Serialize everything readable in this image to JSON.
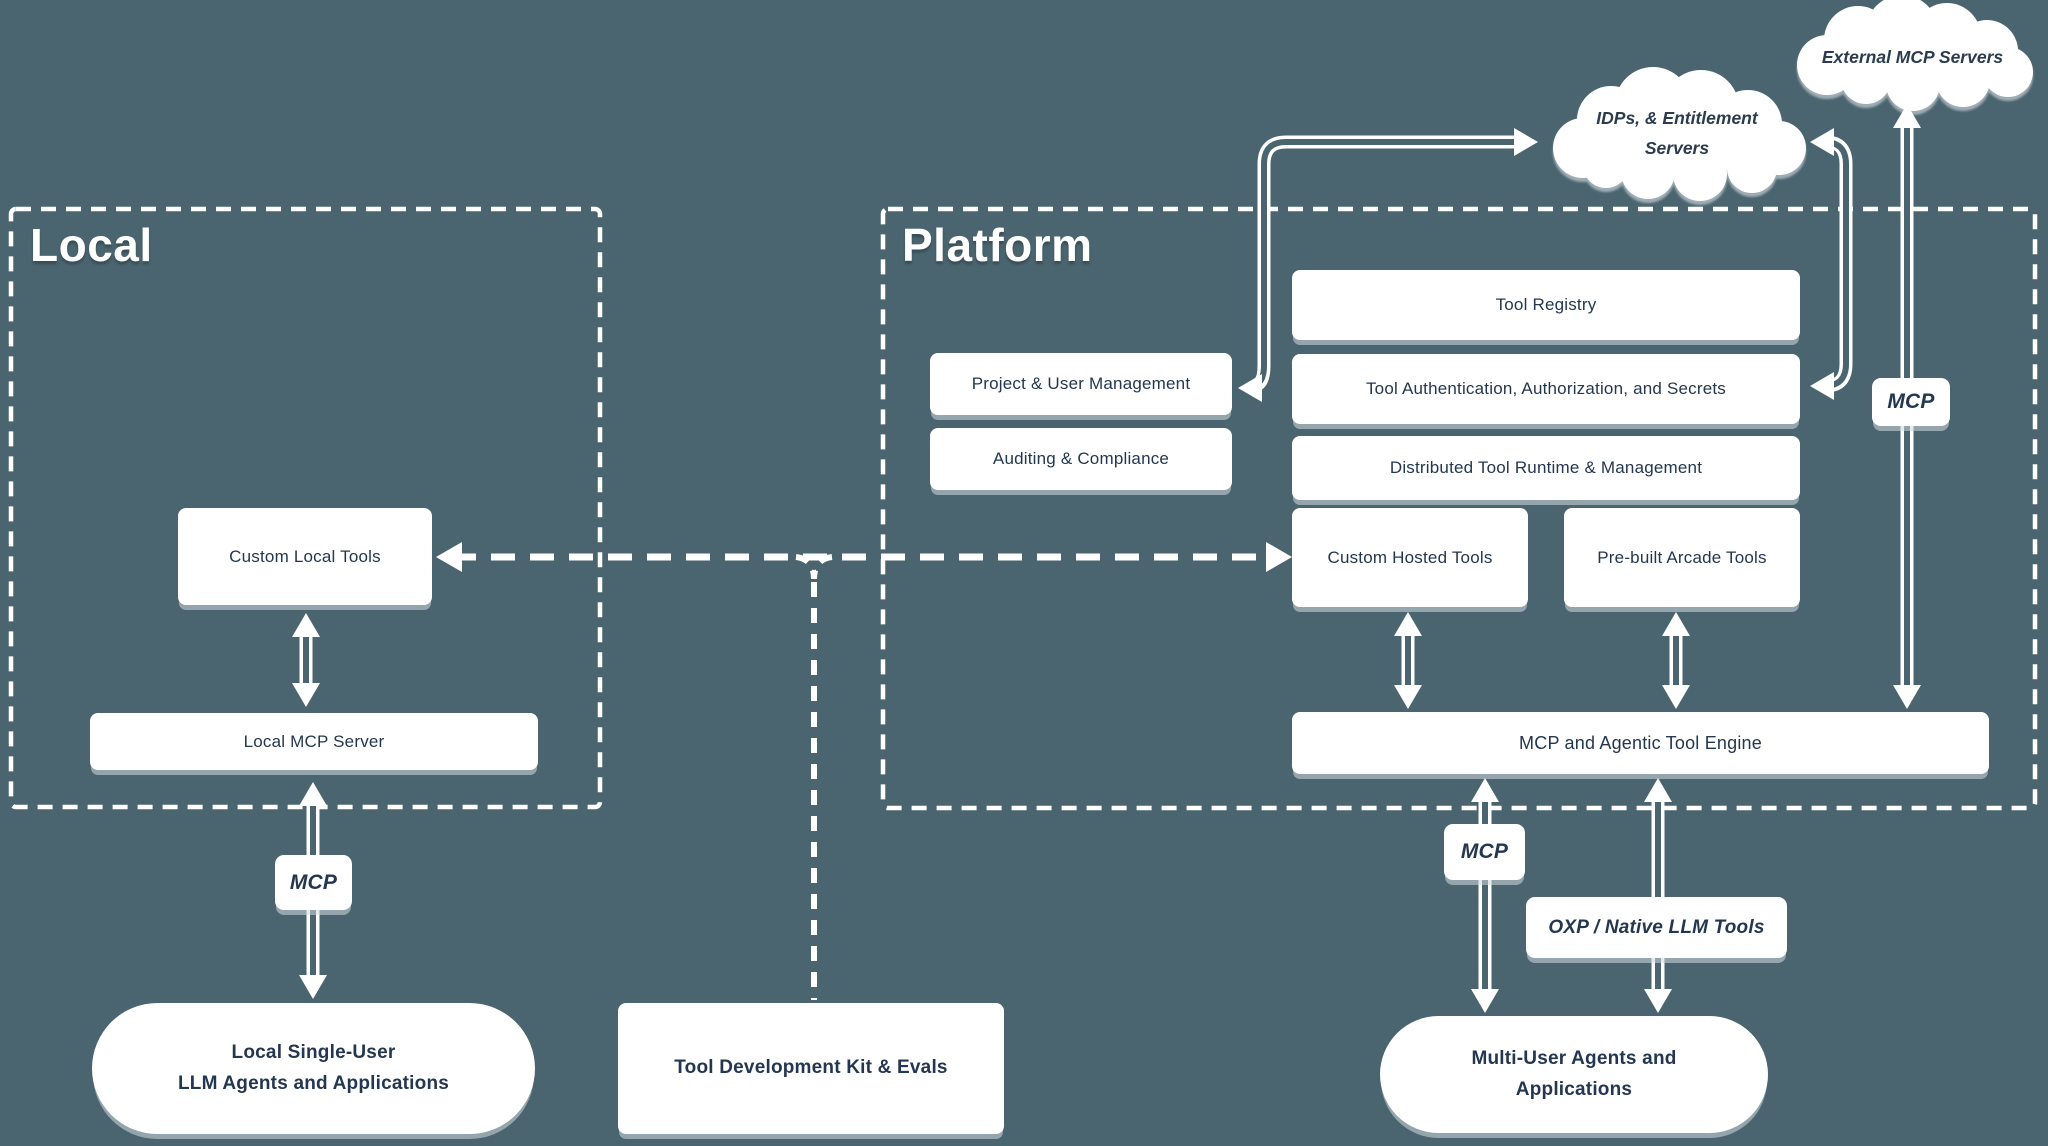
{
  "diagram_title": "Local / Platform tool-calling architecture",
  "regions": {
    "local": {
      "title": "Local"
    },
    "platform": {
      "title": "Platform"
    }
  },
  "clouds": {
    "external_mcp": {
      "label": "External MCP Servers"
    },
    "idps": {
      "line1": "IDPs, & Entitlement",
      "line2": "Servers"
    }
  },
  "boxes": {
    "tool_registry": {
      "label": "Tool Registry"
    },
    "tool_auth": {
      "label": "Tool Authentication, Authorization, and Secrets"
    },
    "distributed_runtime": {
      "label": "Distributed Tool Runtime & Management"
    },
    "project_user": {
      "label": "Project & User Management"
    },
    "auditing": {
      "label": "Auditing & Compliance"
    },
    "custom_hosted": {
      "label": "Custom Hosted Tools"
    },
    "prebuilt_arcade": {
      "label": "Pre-built Arcade Tools"
    },
    "engine": {
      "label": "MCP and Agentic Tool Engine"
    },
    "custom_local": {
      "label": "Custom Local Tools"
    },
    "local_mcp_server": {
      "label": "Local MCP Server"
    },
    "tdk": {
      "label": "Tool Development Kit & Evals"
    }
  },
  "connector_labels": {
    "mcp_local": "MCP",
    "mcp_platform": "MCP",
    "mcp_external": "MCP",
    "oxp": "OXP / Native LLM Tools"
  },
  "pills": {
    "local_agents": {
      "line1": "Local Single-User",
      "line2": "LLM Agents and Applications"
    },
    "multi_agents": {
      "line1": "Multi-User Agents and",
      "line2": "Applications"
    }
  },
  "colors": {
    "background": "#4a656f",
    "box_fill": "#ffffff",
    "text_dark": "#243750",
    "line": "#ffffff",
    "shadow": "#aebac2"
  }
}
